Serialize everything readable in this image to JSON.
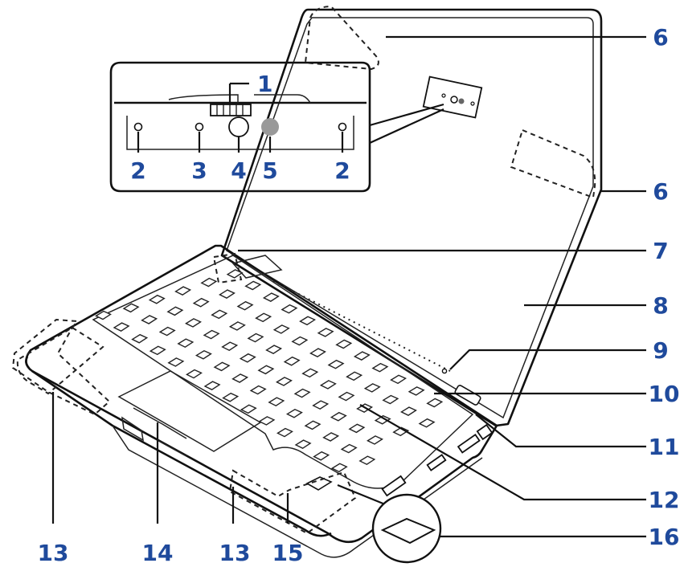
{
  "callouts": {
    "c1": "1",
    "c2a": "2",
    "c3": "3",
    "c4": "4",
    "c5": "5",
    "c2b": "2",
    "c6a": "6",
    "c6b": "6",
    "c7": "7",
    "c8": "8",
    "c9": "9",
    "c10": "10",
    "c11": "11",
    "c12": "12",
    "c13a": "13",
    "c14": "14",
    "c13b": "13",
    "c15": "15",
    "c16": "16"
  },
  "colors": {
    "callout_number": "#1f4a9c",
    "line": "#111111",
    "camera_lens": "#999999"
  }
}
